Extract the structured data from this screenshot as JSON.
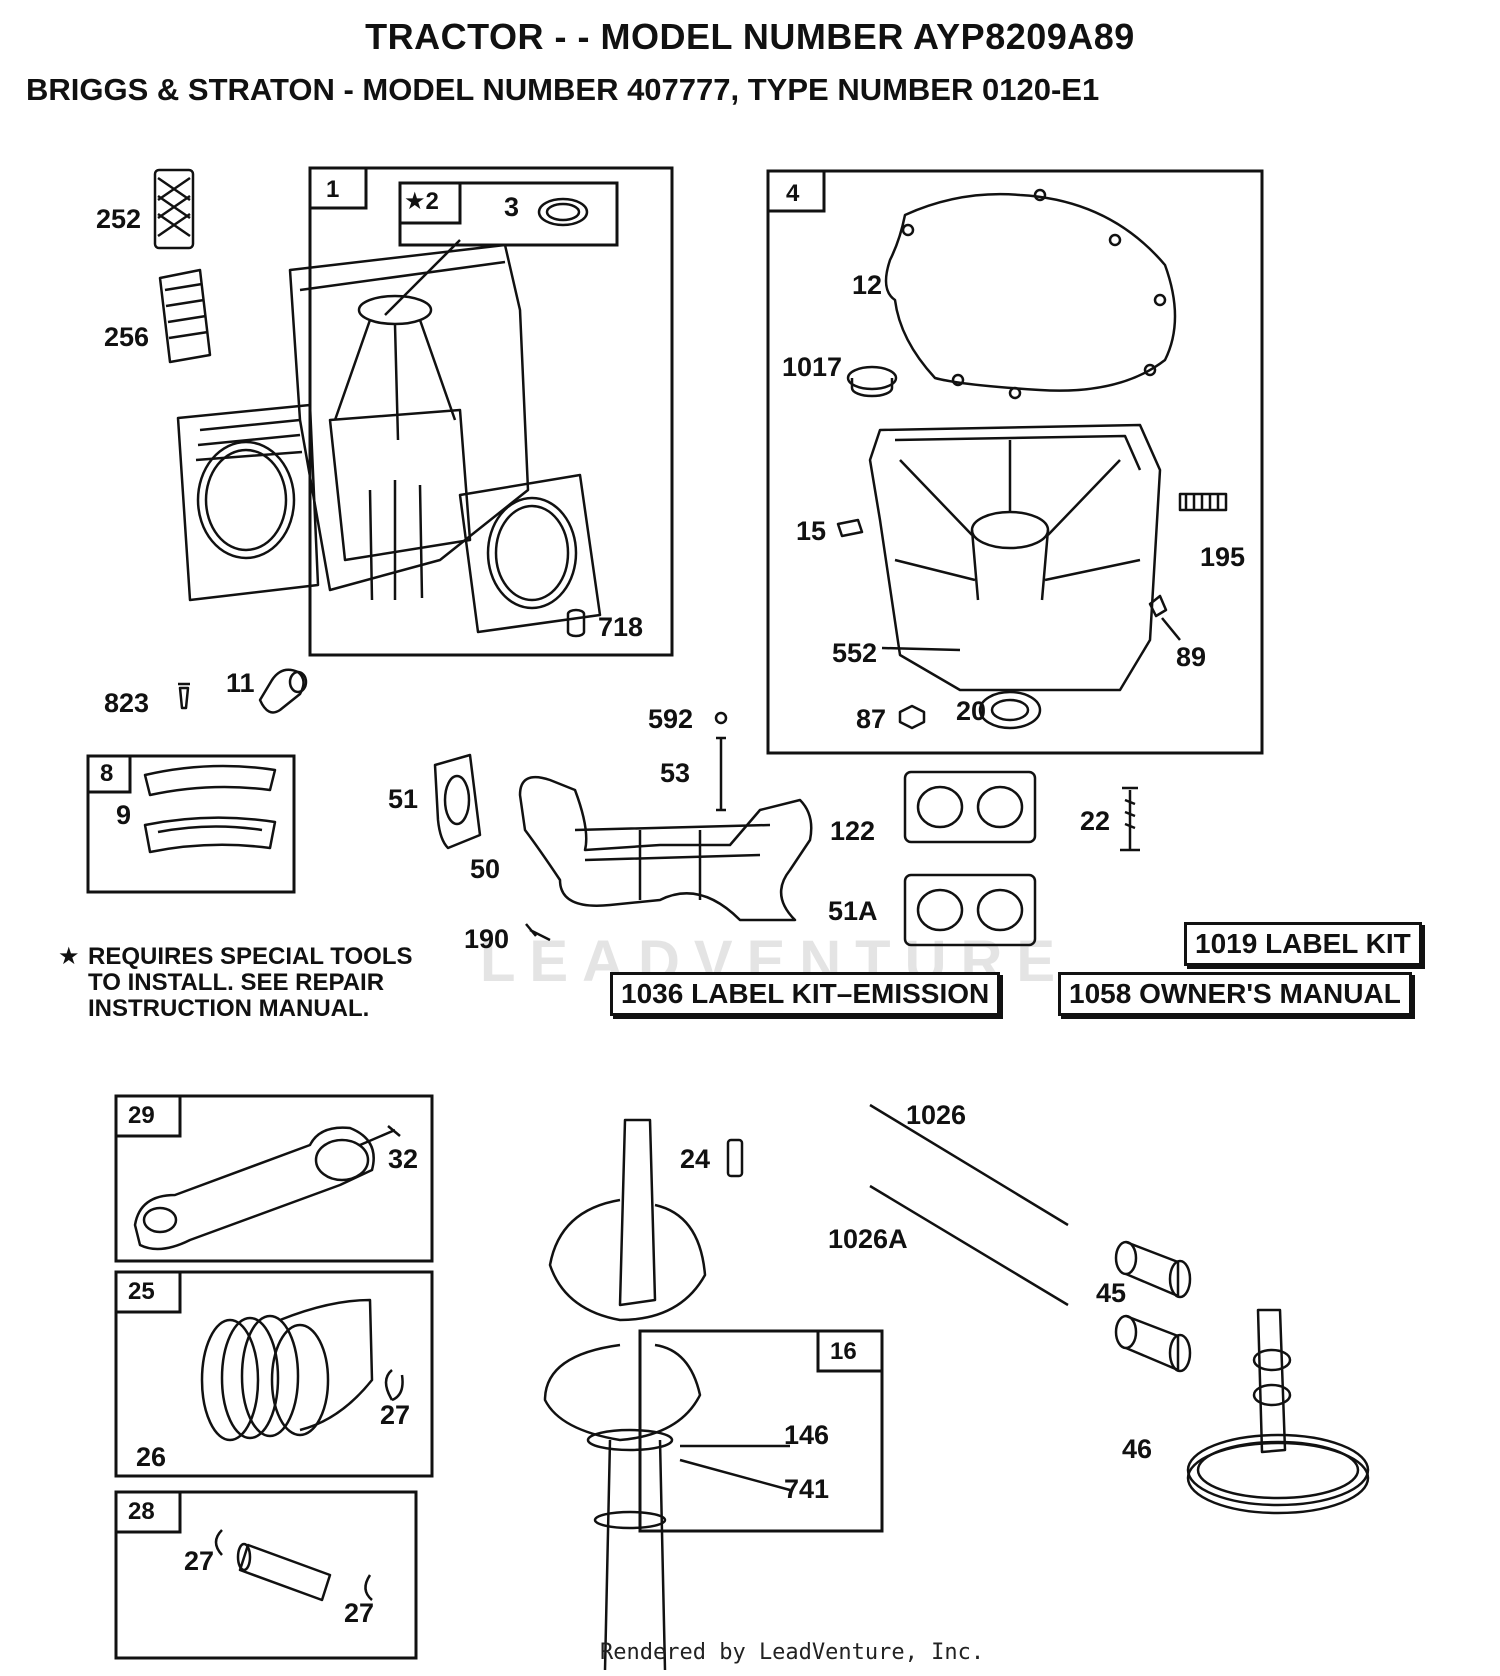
{
  "header": {
    "title": "TRACTOR - - MODEL NUMBER AYP8209A89",
    "subtitle": "BRIGGS & STRATON - MODEL NUMBER 407777, TYPE NUMBER 0120-E1"
  },
  "boxes": {
    "b1": "1",
    "b2": "★2",
    "b4": "4",
    "b8": "8",
    "b16": "16",
    "b29": "29",
    "b25": "25",
    "b28": "28"
  },
  "labels": {
    "p3": "3",
    "p252": "252",
    "p256": "256",
    "p718": "718",
    "p823": "823",
    "p11": "11",
    "p9": "9",
    "p12": "12",
    "p1017": "1017",
    "p15": "15",
    "p195": "195",
    "p552": "552",
    "p89": "89",
    "p87": "87",
    "p20": "20",
    "p592": "592",
    "p53": "53",
    "p51": "51",
    "p50": "50",
    "p190": "190",
    "p122": "122",
    "p22": "22",
    "p51A": "51A",
    "p32": "32",
    "p27a": "27",
    "p26": "26",
    "p27b": "27",
    "p27c": "27",
    "p24": "24",
    "p146": "146",
    "p741": "741",
    "p1026": "1026",
    "p1026A": "1026A",
    "p45": "45",
    "p46": "46"
  },
  "kits": {
    "label_kit": "1019 LABEL KIT",
    "label_kit_emission": "1036 LABEL KIT–EMISSION",
    "owners_manual": "1058 OWNER'S MANUAL"
  },
  "note": {
    "star": "★",
    "line1": "REQUIRES SPECIAL TOOLS",
    "line2": "TO INSTALL.  SEE REPAIR",
    "line3": "INSTRUCTION MANUAL."
  },
  "watermark": "LEADVENTURE",
  "footer": "Rendered by LeadVenture, Inc."
}
